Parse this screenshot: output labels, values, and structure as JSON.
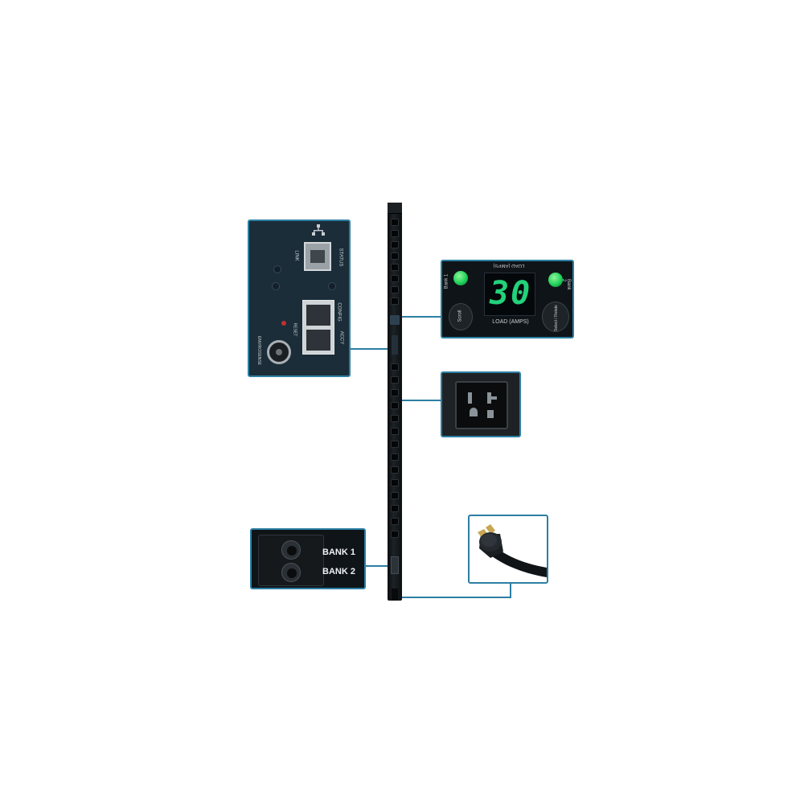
{
  "network_panel": {
    "labels": {
      "link": "LINK",
      "status": "STATUS",
      "config": "CONFIG",
      "accy": "ACCY",
      "reset": "RESET",
      "envirosense": "ENVIROSENSE"
    }
  },
  "display_panel": {
    "load_value": "30",
    "load_label": "LOAD (AMPS)",
    "load_label_mirrored": "LOAD (AMPS)",
    "bank1_label": "Bank 1",
    "bank2_label": "Bank 2",
    "scroll_label": "Scroll",
    "select_label": "Select / Rotate",
    "led_color": "#1fd35a",
    "digit_color": "#22d27a"
  },
  "bank_panel": {
    "bank1_label": "BANK 1",
    "bank2_label": "BANK 2"
  },
  "colors": {
    "callout_border": "#2c7fa3",
    "panel_dark": "#0f1418",
    "panel_blue": "#1b2d38"
  }
}
